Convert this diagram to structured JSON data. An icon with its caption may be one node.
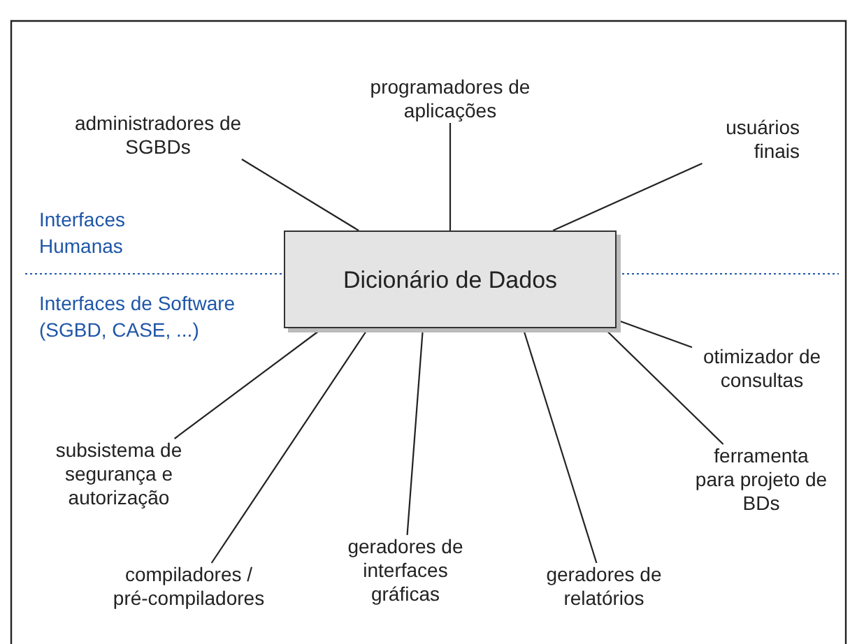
{
  "diagram": {
    "nodes": [
      {
        "text": [
          "Dicionário de Dados"
        ]
      },
      {
        "text": [
          "administradores de SGBDs"
        ]
      },
      {
        "text": [
          "programadores de aplicações"
        ]
      },
      {
        "text": [
          "usuários finais"
        ]
      },
      {
        "text": [
          "otimizador de consultas"
        ]
      },
      {
        "text": [
          "ferramenta para projeto de BDs"
        ]
      },
      {
        "text": [
          "geradores de relatórios"
        ]
      },
      {
        "text": [
          "geradores de interfaces gráficas"
        ]
      },
      {
        "text": [
          "compiladores / pré-compiladores"
        ]
      },
      {
        "text": [
          "subsistema de segurança e autorização"
        ]
      }
    ],
    "edges": [
      {
        "from": 0,
        "to": 1,
        "arrow": "none"
      },
      {
        "from": 0,
        "to": 2,
        "arrow": "none"
      },
      {
        "from": 0,
        "to": 3,
        "arrow": "none"
      },
      {
        "from": 0,
        "to": 4,
        "arrow": "none"
      },
      {
        "from": 0,
        "to": 5,
        "arrow": "none"
      },
      {
        "from": 0,
        "to": 6,
        "arrow": "none"
      },
      {
        "from": 0,
        "to": 7,
        "arrow": "none"
      },
      {
        "from": 0,
        "to": 8,
        "arrow": "none"
      },
      {
        "from": 0,
        "to": 9,
        "arrow": "none"
      }
    ],
    "labels": [
      "Interfaces Humanas",
      "Interfaces de Software (SGBD, CASE, ...)"
    ]
  }
}
